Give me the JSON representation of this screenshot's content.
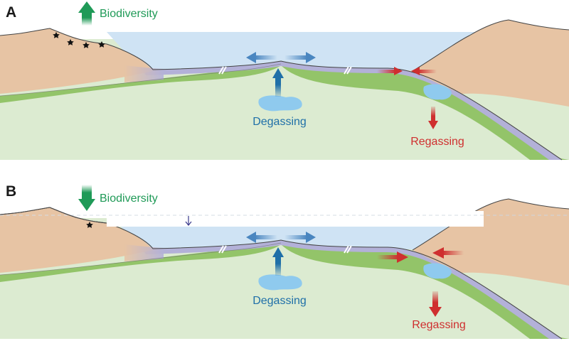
{
  "panels": [
    {
      "id": "A",
      "letter": "A",
      "biodiversity_label": "Biodiversity",
      "degassing_label": "Degassing",
      "regassing_label": "Regassing"
    },
    {
      "id": "B",
      "letter": "B",
      "biodiversity_label": "Biodiversity",
      "degassing_label": "Degassing",
      "regassing_label": "Regassing"
    }
  ],
  "colors": {
    "land": "#e7c4a4",
    "ocean": "#cfe3f4",
    "oceanic_crust": "#b3b1d8",
    "lithosphere": "#93c469",
    "mantle": "#dcebd1",
    "biodiversity_arrow": "#1f9a57",
    "degassing_arrow": "#1f6fa8",
    "regassing_arrow": "#cf2f2f",
    "water_blob": "#8fcaee",
    "outline": "#444444"
  },
  "icons": [
    "star-fossil-icon",
    "arrow-up-icon",
    "arrow-down-icon",
    "sea-level-drop-arrow-icon"
  ]
}
